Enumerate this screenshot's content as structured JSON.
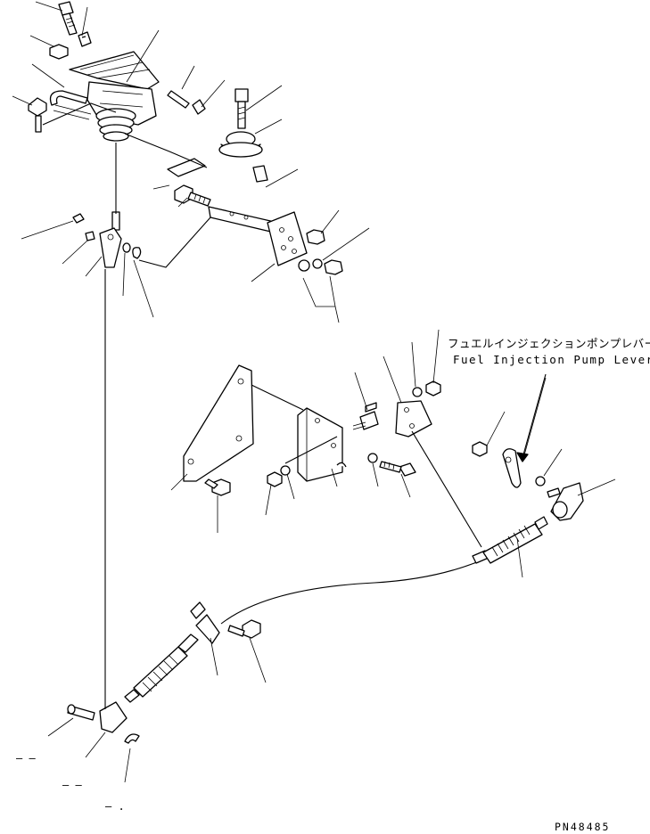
{
  "labels": {
    "pump_lever_jp": "フュエルインジェクションポンプレバー",
    "pump_lever_en": "Fuel Injection Pump Lever",
    "ref_code": "PN48485",
    "dash_a": "– –",
    "dash_b": "– –",
    "dash_c": "– ."
  }
}
